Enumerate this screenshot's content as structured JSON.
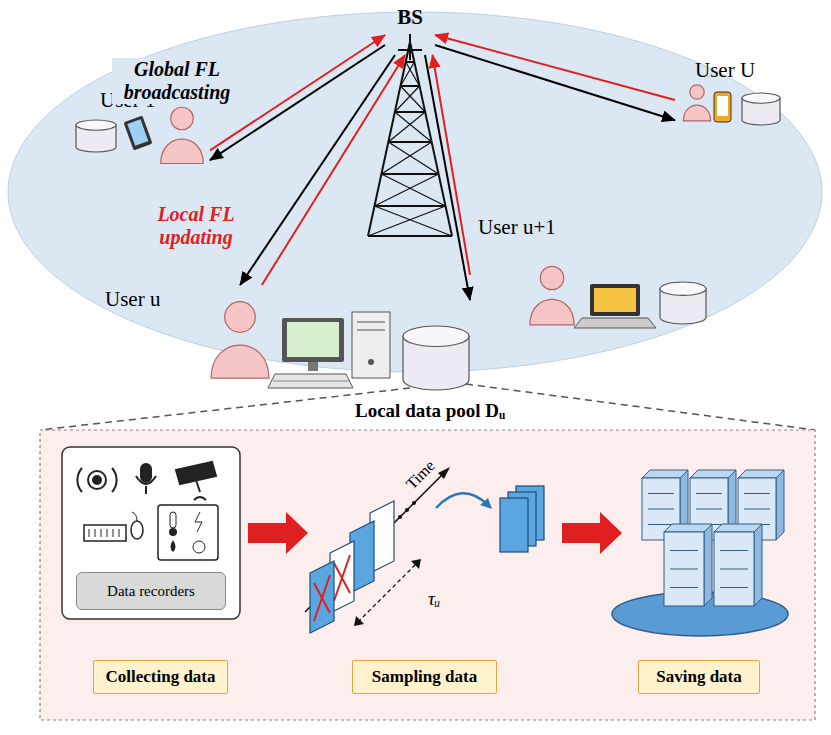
{
  "diagram": {
    "nodes": [
      {
        "text": [
          "BS"
        ]
      },
      {
        "text": [
          "User 1"
        ]
      },
      {
        "text": [
          "User u"
        ]
      },
      {
        "text": [
          "User u+1"
        ]
      },
      {
        "text": [
          "User U"
        ]
      },
      {
        "text": [
          "Data recorders"
        ]
      },
      {
        "text": [
          "Collecting data"
        ]
      },
      {
        "text": [
          "Sampling data"
        ]
      },
      {
        "text": [
          "Saving data"
        ]
      }
    ],
    "edges": [
      {
        "from": 0,
        "to": 1,
        "arrow": "to",
        "label": "Global FL broadcasting"
      },
      {
        "from": 1,
        "to": 0,
        "arrow": "to"
      },
      {
        "from": 0,
        "to": 2,
        "arrow": "to"
      },
      {
        "from": 2,
        "to": 0,
        "arrow": "to",
        "label": "Local FL updating"
      },
      {
        "from": 0,
        "to": 3,
        "arrow": "to"
      },
      {
        "from": 3,
        "to": 0,
        "arrow": "to"
      },
      {
        "from": 0,
        "to": 4,
        "arrow": "to"
      },
      {
        "from": 4,
        "to": 0,
        "arrow": "to"
      }
    ],
    "labels": [
      "Local data pool Dᵤ",
      "Time",
      "τᵤ"
    ]
  }
}
